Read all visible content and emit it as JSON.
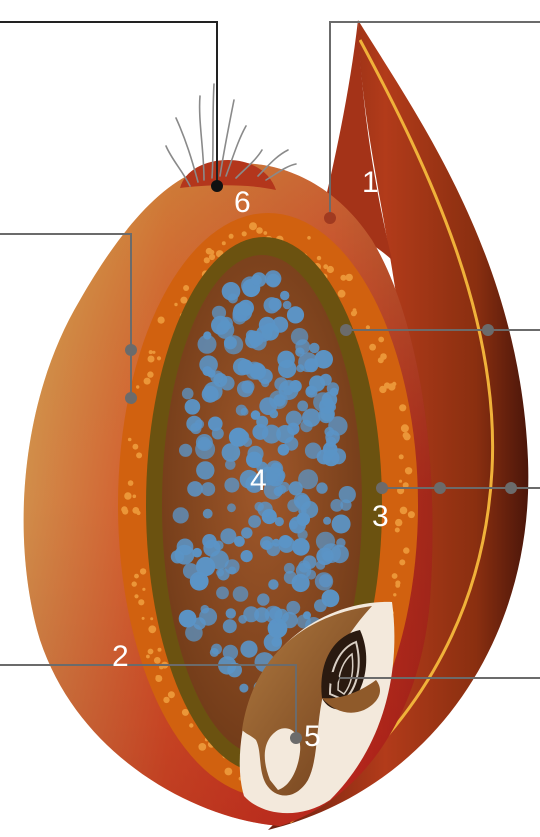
{
  "diagram": {
    "labels": {
      "layer_1": "1",
      "layer_2": "2",
      "layer_3": "3",
      "endosperm_4": "4",
      "embryo_5": "5",
      "brush_6": "6"
    },
    "colors": {
      "background": "#ffffff",
      "leader_gray": "#6b6b6b",
      "leader_dark": "#222222",
      "husk_dark": "#5e1d0b",
      "husk_red": "#c72b1f",
      "husk_gold": "#c9a44a",
      "bran_orange": "#d1610f",
      "aleurone_olive": "#6b5210",
      "endosperm_brown": "#8a4a20",
      "starch_blue": "#5b94c6",
      "embryo_brown": "#8f5a2a",
      "embryo_cream": "#f3e9dc",
      "label_white": "#ffffff"
    }
  }
}
